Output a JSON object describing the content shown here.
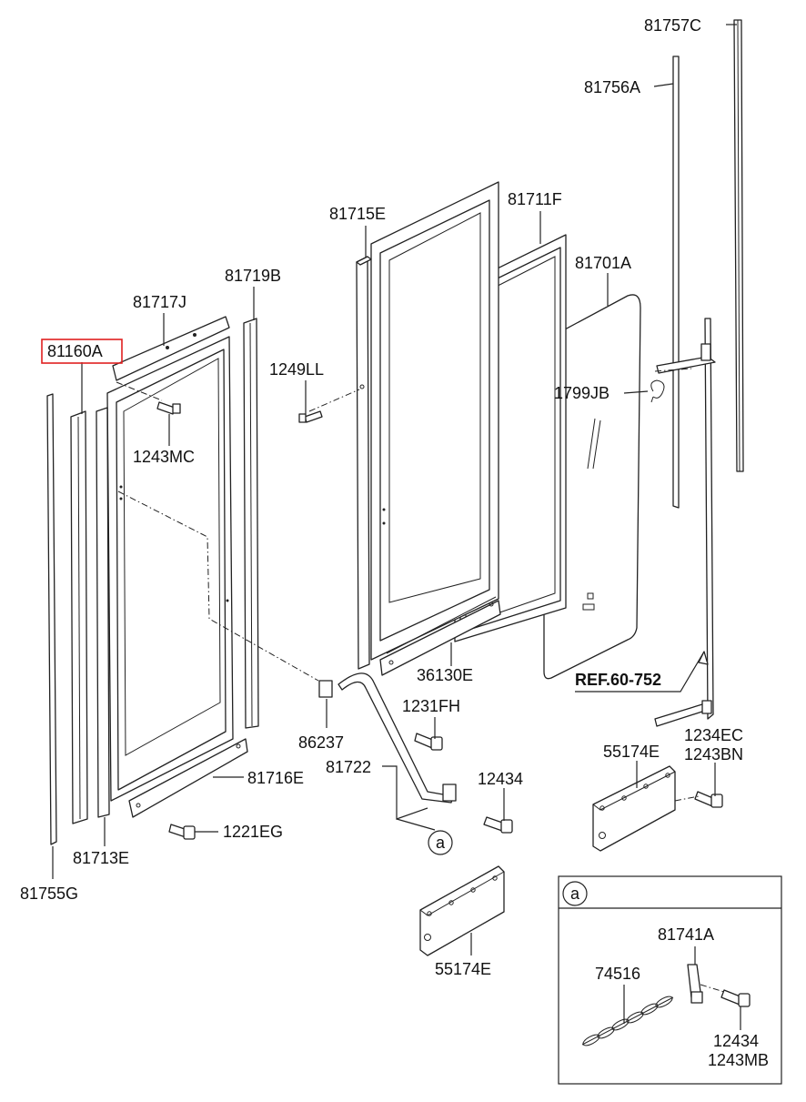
{
  "labels": {
    "p81757C": "81757C",
    "p81756A": "81756A",
    "p81715E": "81715E",
    "p81711F": "81711F",
    "p81701A": "81701A",
    "p81719B": "81719B",
    "p81717J": "81717J",
    "p81160A": "81160A",
    "p1249LL": "1249LL",
    "p1799JB": "1799JB",
    "p1243MC": "1243MC",
    "p36130E": "36130E",
    "pREF": "REF.60-752",
    "p1231FH": "1231FH",
    "p86237": "86237",
    "p81722": "81722",
    "p81716E": "81716E",
    "p12434a": "12434",
    "p1221EG": "1221EG",
    "p81713E": "81713E",
    "p81755G": "81755G",
    "p55174Ea": "55174E",
    "p1234EC": "1234EC",
    "p1243BN": "1243BN",
    "p55174Eb": "55174E",
    "p81741A": "81741A",
    "p74516": "74516",
    "p12434b": "12434",
    "p1243MB": "1243MB"
  },
  "callout_a": "a",
  "detail_a": "a",
  "highlight_color": "#e02020"
}
